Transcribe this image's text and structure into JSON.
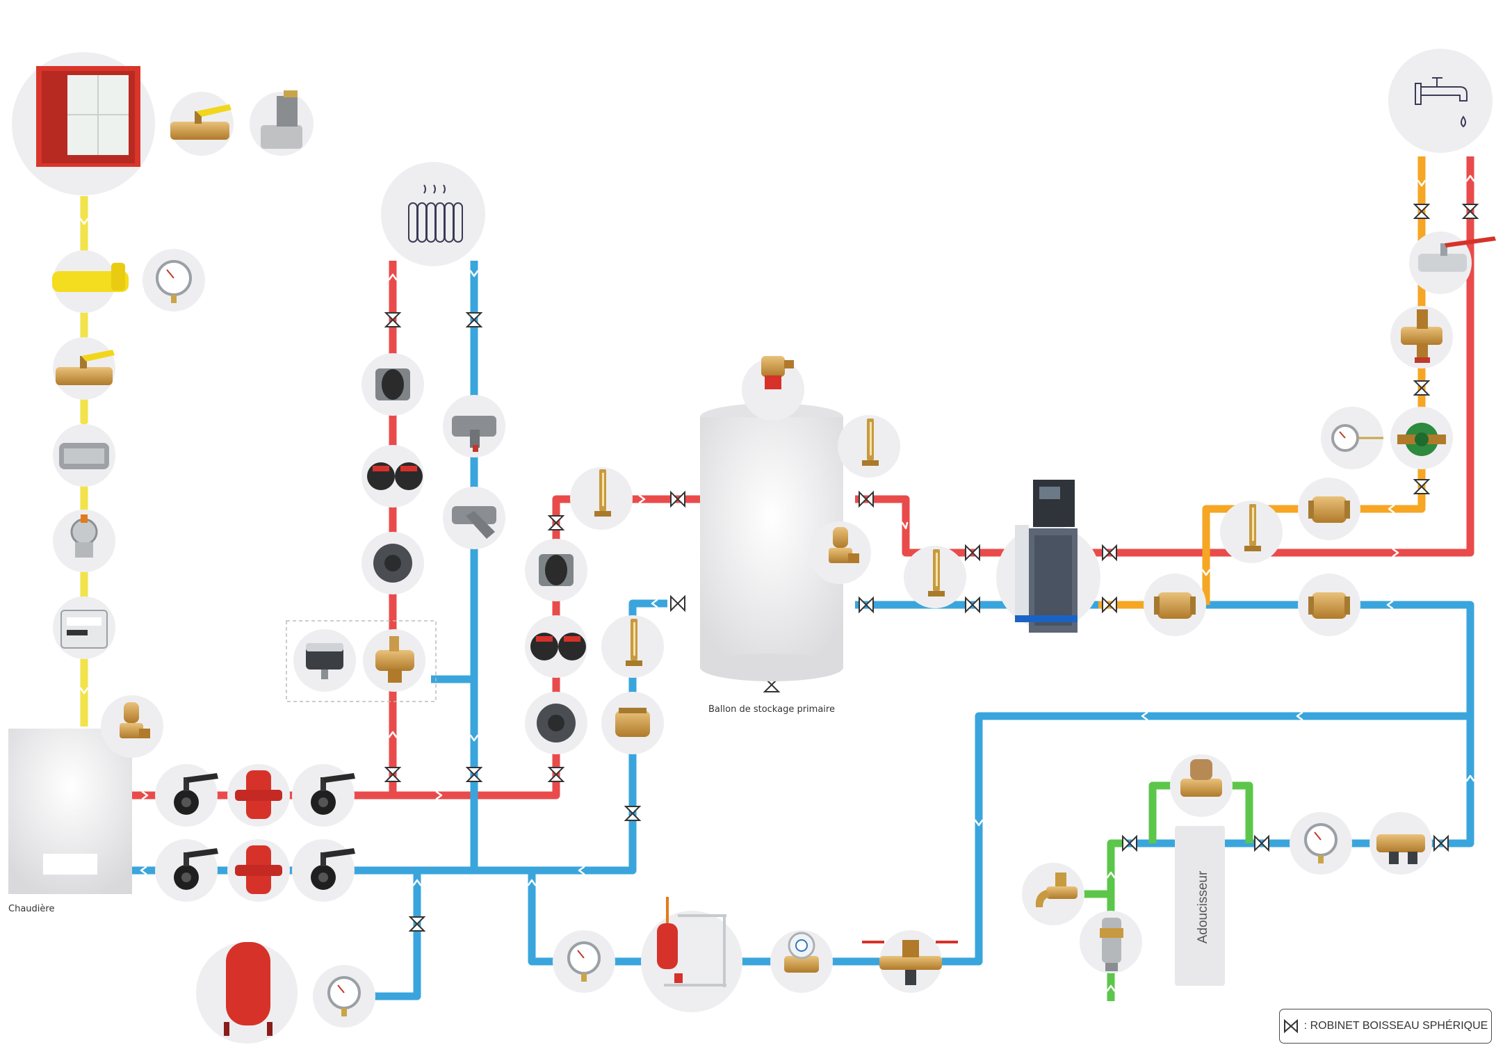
{
  "labels": {
    "boiler": "Chaudière",
    "storage_tank": "Ballon de stockage primaire",
    "softener": "Adoucisseur"
  },
  "legend": {
    "text": ": ROBINET BOISSEAU SPHÉRIQUE",
    "icon": "ball-valve-symbol-icon"
  },
  "colors": {
    "hot_water": "#e94b4b",
    "cold_return": "#3aa5dc",
    "gas": "#f2e34a",
    "domestic_hot": "#f6a623",
    "cold_supply": "#5cc64a",
    "component_bg": "#eeeef1"
  },
  "components": [
    "fire-cabinet-icon",
    "ball-valve-icon",
    "solenoid-valve-icon",
    "radiator-icon",
    "tap-icon",
    "gas-filter-icon",
    "pressure-gauge-icon",
    "gas-regulator-icon",
    "gas-meter-icon",
    "safety-valve-icon",
    "butterfly-valve-icon",
    "dirt-separator-icon",
    "expansion-vessel-icon",
    "compensator-icon",
    "circulator-pump-icon",
    "flow-meter-icon",
    "three-way-valve-icon",
    "actuator-icon",
    "thermometer-icon",
    "check-valve-icon",
    "strainer-icon",
    "balancing-valve-icon",
    "air-vent-icon",
    "water-heater-icon",
    "water-meter-icon",
    "backflow-preventer-icon",
    "disconnector-icon",
    "pressure-reducer-icon",
    "garden-tap-icon",
    "filling-unit-icon"
  ]
}
